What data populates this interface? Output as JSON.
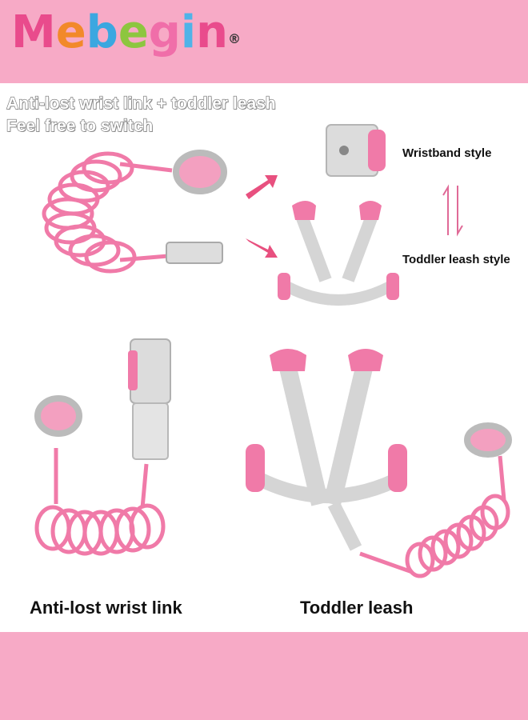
{
  "brand": {
    "name": "Mebegin",
    "registered_mark": "®"
  },
  "colors": {
    "band_pink": "#f7aac6",
    "product_pink": "#f07aa8",
    "strap_gray": "#d9d9d9",
    "arrow_pink": "#e8507f"
  },
  "headline": {
    "line1": "Anti-lost wrist link + toddler leash",
    "line2": "Feel free to switch"
  },
  "styles": {
    "wristband_label": "Wristband style",
    "toddler_label": "Toddler leash style"
  },
  "captions": {
    "wrist_link": "Anti-lost wrist link",
    "toddler_leash": "Toddler leash"
  },
  "icons": {
    "switch": "up-down-arrows-icon",
    "pointer": "arrow-icon"
  }
}
